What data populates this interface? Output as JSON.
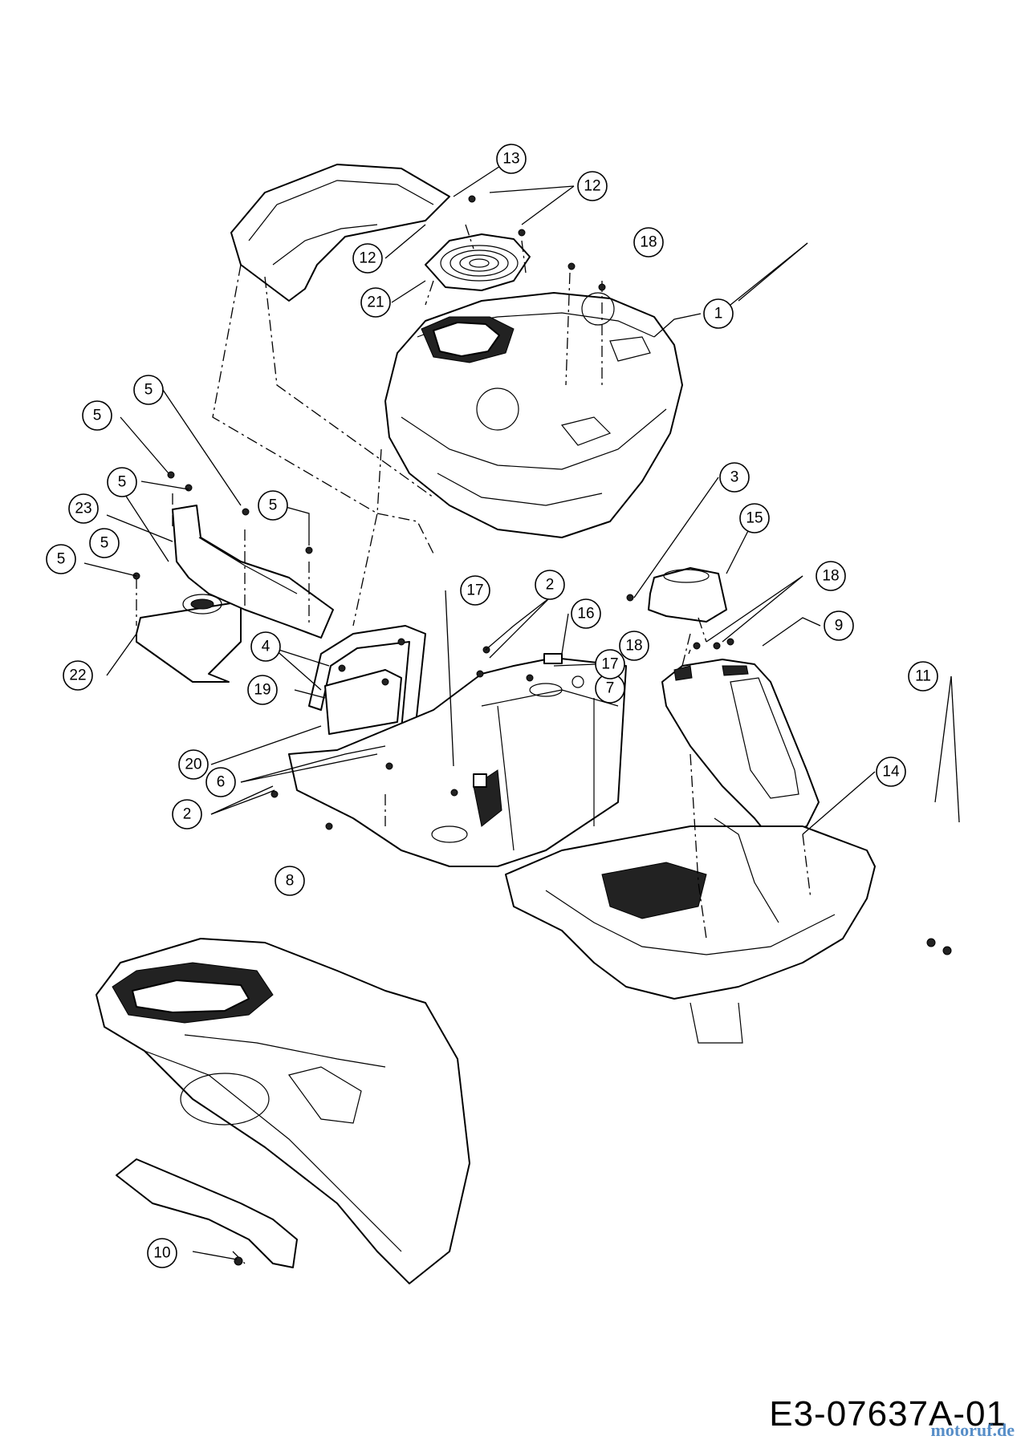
{
  "diagram": {
    "drawing_number": "E3-07637A-01",
    "watermark": "motoruf.de",
    "callouts": [
      {
        "id": "c1",
        "label": "1"
      },
      {
        "id": "c2a",
        "label": "2"
      },
      {
        "id": "c2b",
        "label": "2"
      },
      {
        "id": "c3",
        "label": "3"
      },
      {
        "id": "c4",
        "label": "4"
      },
      {
        "id": "c5a",
        "label": "5"
      },
      {
        "id": "c5b",
        "label": "5"
      },
      {
        "id": "c5c",
        "label": "5"
      },
      {
        "id": "c5d",
        "label": "5"
      },
      {
        "id": "c5e",
        "label": "5"
      },
      {
        "id": "c5f",
        "label": "5"
      },
      {
        "id": "c6",
        "label": "6"
      },
      {
        "id": "c7",
        "label": "7"
      },
      {
        "id": "c8",
        "label": "8"
      },
      {
        "id": "c9",
        "label": "9"
      },
      {
        "id": "c10",
        "label": "10"
      },
      {
        "id": "c11",
        "label": "11"
      },
      {
        "id": "c12a",
        "label": "12"
      },
      {
        "id": "c12b",
        "label": "12"
      },
      {
        "id": "c13",
        "label": "13"
      },
      {
        "id": "c14",
        "label": "14"
      },
      {
        "id": "c15",
        "label": "15"
      },
      {
        "id": "c16",
        "label": "16"
      },
      {
        "id": "c17a",
        "label": "17"
      },
      {
        "id": "c17b",
        "label": "17"
      },
      {
        "id": "c18a",
        "label": "18"
      },
      {
        "id": "c18b",
        "label": "18"
      },
      {
        "id": "c18c",
        "label": "18"
      },
      {
        "id": "c19",
        "label": "19"
      },
      {
        "id": "c20",
        "label": "20"
      },
      {
        "id": "c21",
        "label": "21"
      },
      {
        "id": "c22",
        "label": "22"
      },
      {
        "id": "c23",
        "label": "23"
      }
    ]
  }
}
